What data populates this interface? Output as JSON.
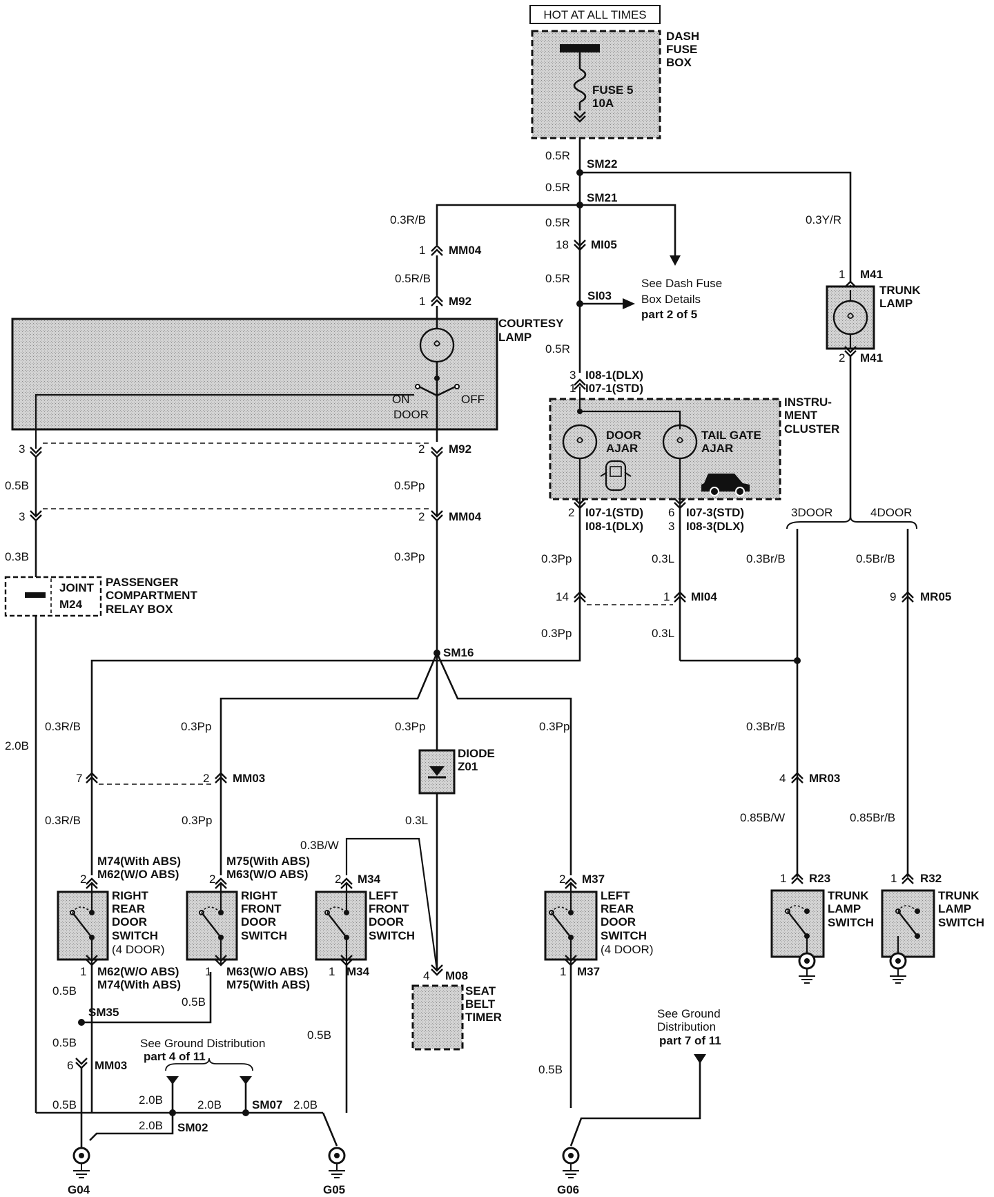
{
  "header": {
    "power_label": "HOT AT ALL TIMES"
  },
  "dash_fuse_box": {
    "name": "DASH FUSE BOX",
    "name_lines": [
      "DASH",
      "FUSE",
      "BOX"
    ],
    "fuse": "FUSE 5",
    "rating": "10A"
  },
  "colors": {
    "line": "#111111",
    "fill": "#cfcfcf",
    "background": "#ffffff"
  },
  "splices": {
    "sm22": "SM22",
    "sm21": "SM21",
    "si03": "SI03",
    "sm16": "SM16",
    "sm35": "SM35",
    "sm07": "SM07",
    "sm02": "SM02"
  },
  "wires": {
    "w05r": "0.5R",
    "w03rb": "0.3R/B",
    "w05rb": "0.5R/B",
    "w03yr": "0.3Y/R",
    "w05b": "0.5B",
    "w05pp": "0.5Pp",
    "w03b": "0.3B",
    "w03pp": "0.3Pp",
    "w03l": "0.3L",
    "w03brb": "0.3Br/B",
    "w05brb": "0.5Br/B",
    "w20b": "2.0B",
    "w085bw": "0.85B/W",
    "w085brb": "0.85Br/B",
    "w03bw": "0.3B/W"
  },
  "connectors": {
    "mm04": "MM04",
    "mi05": "MI05",
    "m92": "M92",
    "m41": "M41",
    "i08_1_dlx": "I08-1(DLX)",
    "i07_1_std": "I07-1(STD)",
    "i07_3_std": "I07-3(STD)",
    "i08_3_dlx": "I08-3(DLX)",
    "mi04": "MI04",
    "mr05": "MR05",
    "mr03": "MR03",
    "mm03": "MM03",
    "m74_abs": "M74(With ABS)",
    "m62_noabs": "M62(W/O ABS)",
    "m75_abs": "M75(With ABS)",
    "m63_noabs": "M63(W/O ABS)",
    "m34": "M34",
    "m37": "M37",
    "m08": "M08",
    "r23": "R23",
    "r32": "R32"
  },
  "pins": {
    "p1": "1",
    "p2": "2",
    "p3": "3",
    "p4": "4",
    "p6": "6",
    "p7": "7",
    "p9": "9",
    "p14": "14",
    "p18": "18"
  },
  "components": {
    "courtesy_lamp": [
      "COURTESY",
      "LAMP"
    ],
    "lamp_on": "ON",
    "lamp_off": "OFF",
    "lamp_door": "DOOR",
    "trunk_lamp": [
      "TRUNK",
      "LAMP"
    ],
    "instrument_cluster": [
      "INSTRU-",
      "MENT",
      "CLUSTER"
    ],
    "door_ajar": [
      "DOOR",
      "AJAR"
    ],
    "tail_gate_ajar": [
      "TAIL GATE",
      "AJAR"
    ],
    "joint": "JOINT",
    "joint_conn": "M24",
    "relay_box": [
      "PASSENGER",
      "COMPARTMENT",
      "RELAY BOX"
    ],
    "diode": [
      "DIODE",
      "Z01"
    ],
    "right_rear_door_switch": [
      "RIGHT",
      "REAR",
      "DOOR",
      "SWITCH",
      "(4 DOOR)"
    ],
    "right_front_door_switch": [
      "RIGHT",
      "FRONT",
      "DOOR",
      "SWITCH"
    ],
    "left_front_door_switch": [
      "LEFT",
      "FRONT",
      "DOOR",
      "SWITCH"
    ],
    "left_rear_door_switch": [
      "LEFT",
      "REAR",
      "DOOR",
      "SWITCH",
      "(4 DOOR)"
    ],
    "seat_belt_timer": [
      "SEAT",
      "BELT",
      "TIMER"
    ],
    "trunk_lamp_switch": [
      "TRUNK",
      "LAMP",
      "SWITCH"
    ]
  },
  "variants": {
    "three_door": "3DOOR",
    "four_door": "4DOOR"
  },
  "references": {
    "dash_fuse_details": [
      "See Dash Fuse",
      "Box Details"
    ],
    "dash_fuse_part": "part 2 of 5",
    "ground_dist_a": "See Ground Distribution",
    "ground_dist_a_part": "part 4 of 11",
    "ground_dist_b": [
      "See Ground",
      "Distribution"
    ],
    "ground_dist_b_part": "part 7 of 11"
  },
  "grounds": {
    "g04": "G04",
    "g05": "G05",
    "g06": "G06"
  }
}
